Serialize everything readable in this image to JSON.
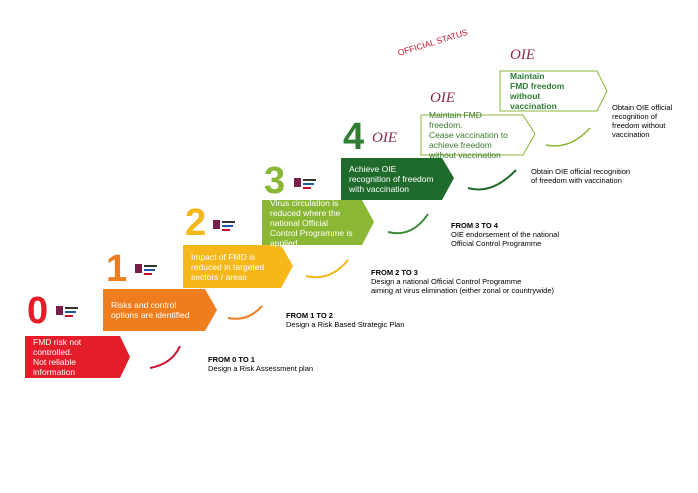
{
  "official_status": "OFFICIAL STATUS",
  "stages": [
    {
      "number": "0",
      "text": "FMD risk not controlled.\nNot reliable information",
      "color": "#e31d2a"
    },
    {
      "number": "1",
      "text": "Risks and control options are identified",
      "color": "#ef7d1e"
    },
    {
      "number": "2",
      "text": "Impact of FMD is reduced in targeted sectors / areas",
      "color": "#f5b71a"
    },
    {
      "number": "3",
      "text": "Virus circulation is reduced where the national Official Control Programme is applied",
      "color": "#8ab734"
    },
    {
      "number": "4",
      "text": "Achieve OIE recognition of freedom with vaccination",
      "color": "#2e7d32"
    },
    {
      "number": "",
      "text": "Maintain FMD freedom.\nCease vaccination to achieve freedom without vaccination",
      "color": "#ffffff"
    },
    {
      "number": "",
      "text": "Maintain\nFMD freedom\nwithout vaccination",
      "color": "#ffffff"
    }
  ],
  "transitions": [
    {
      "title": "FROM 0 TO 1",
      "text": "Design a Risk Assessment plan"
    },
    {
      "title": "FROM 1 TO 2",
      "text": "Design a Risk Based Strategic Plan"
    },
    {
      "title": "FROM 2 TO 3",
      "text": "Design a national Official Control Programme\naiming at virus elimination (either zonal or countrywide)"
    },
    {
      "title": "FROM 3 TO 4",
      "text": "OIE endorsement of the national\nOfficial Control Programme"
    }
  ],
  "side_notes": [
    "Obtain OIE official recognition\nof freedom with vaccination",
    "Obtain OIE official\nrecognition of\nfreedom without\nvaccination"
  ],
  "oie_logo_text": "OIE",
  "colors": {
    "red": "#e31d2a",
    "orange": "#ef7d1e",
    "yellow": "#f5b71a",
    "lightgreen": "#8ab734",
    "darkgreen": "#2e7d32",
    "verydark": "#1d5e2a",
    "oie": "#8b2a45"
  }
}
